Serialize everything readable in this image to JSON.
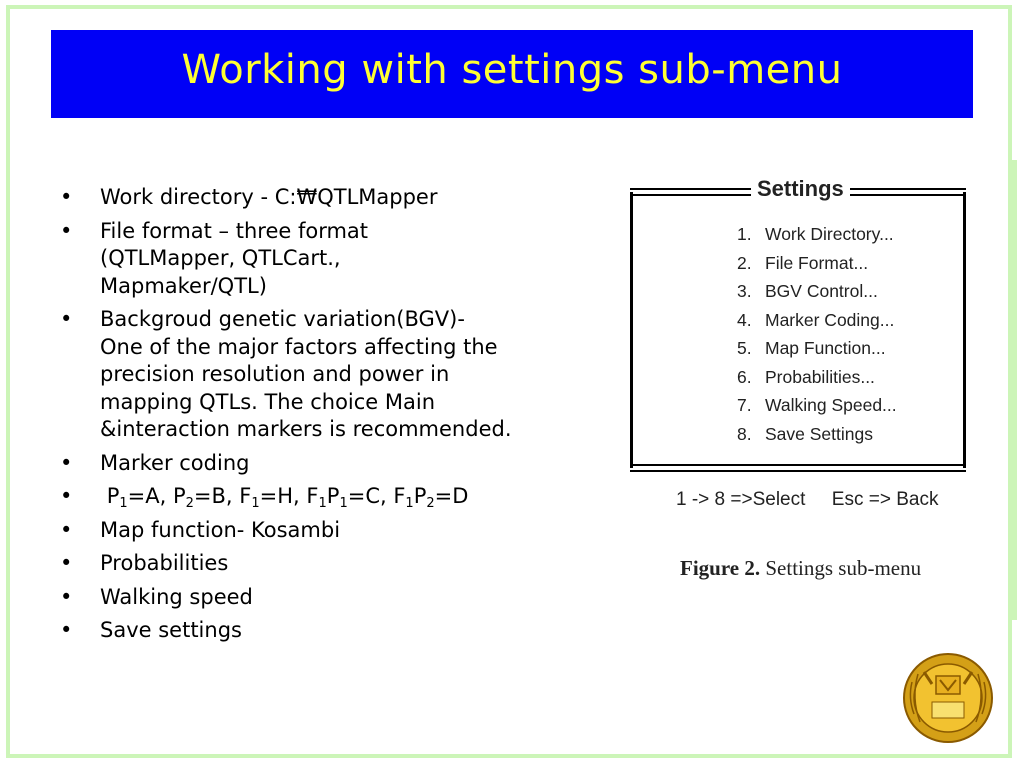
{
  "slide": {
    "title": "Working with settings sub-menu",
    "colors": {
      "title_bg": "#0000f6",
      "title_text": "#ffff33",
      "frame": "#ccf5b8",
      "seal": "#d4a017"
    }
  },
  "bullets": {
    "work_directory": "Work directory - C:₩QTLMapper",
    "file_format_1": "File format – three format",
    "file_format_2": "(QTLMapper, QTLCart.,",
    "file_format_3": "Mapmaker/QTL)",
    "bgv_1": "Backgroud genetic variation(BGV)-",
    "bgv_2": "One of the major factors affecting the",
    "bgv_3": "precision resolution and power in",
    "bgv_4": "mapping QTLs. The choice Main",
    "bgv_5": "&interaction markers is recommended.",
    "marker_coding": "Marker coding",
    "codes": {
      "p": "P",
      "f": "F",
      "one": "1",
      "two": "2",
      "eq_a": "=A, ",
      "eq_b": "=B, ",
      "eq_h": "=H, ",
      "eq_c": "=C, ",
      "eq_d": "=D"
    },
    "map_function": "Map function- Kosambi",
    "probabilities": "Probabilities",
    "walking_speed": "Walking speed",
    "save_settings": "Save settings",
    "marker": "•"
  },
  "figure": {
    "heading": "Settings",
    "items": [
      {
        "num": "1.",
        "label": "Work Directory..."
      },
      {
        "num": "2.",
        "label": "File Format..."
      },
      {
        "num": "3.",
        "label": "BGV Control..."
      },
      {
        "num": "4.",
        "label": "Marker Coding..."
      },
      {
        "num": "5.",
        "label": "Map Function..."
      },
      {
        "num": "6.",
        "label": "Probabilities..."
      },
      {
        "num": "7.",
        "label": "Walking Speed..."
      },
      {
        "num": "8.",
        "label": "Save Settings"
      }
    ],
    "keys": "1 -> 8 =>Select     Esc => Back",
    "caption_bold": "Figure 2.",
    "caption_rest": " Settings sub-menu"
  }
}
